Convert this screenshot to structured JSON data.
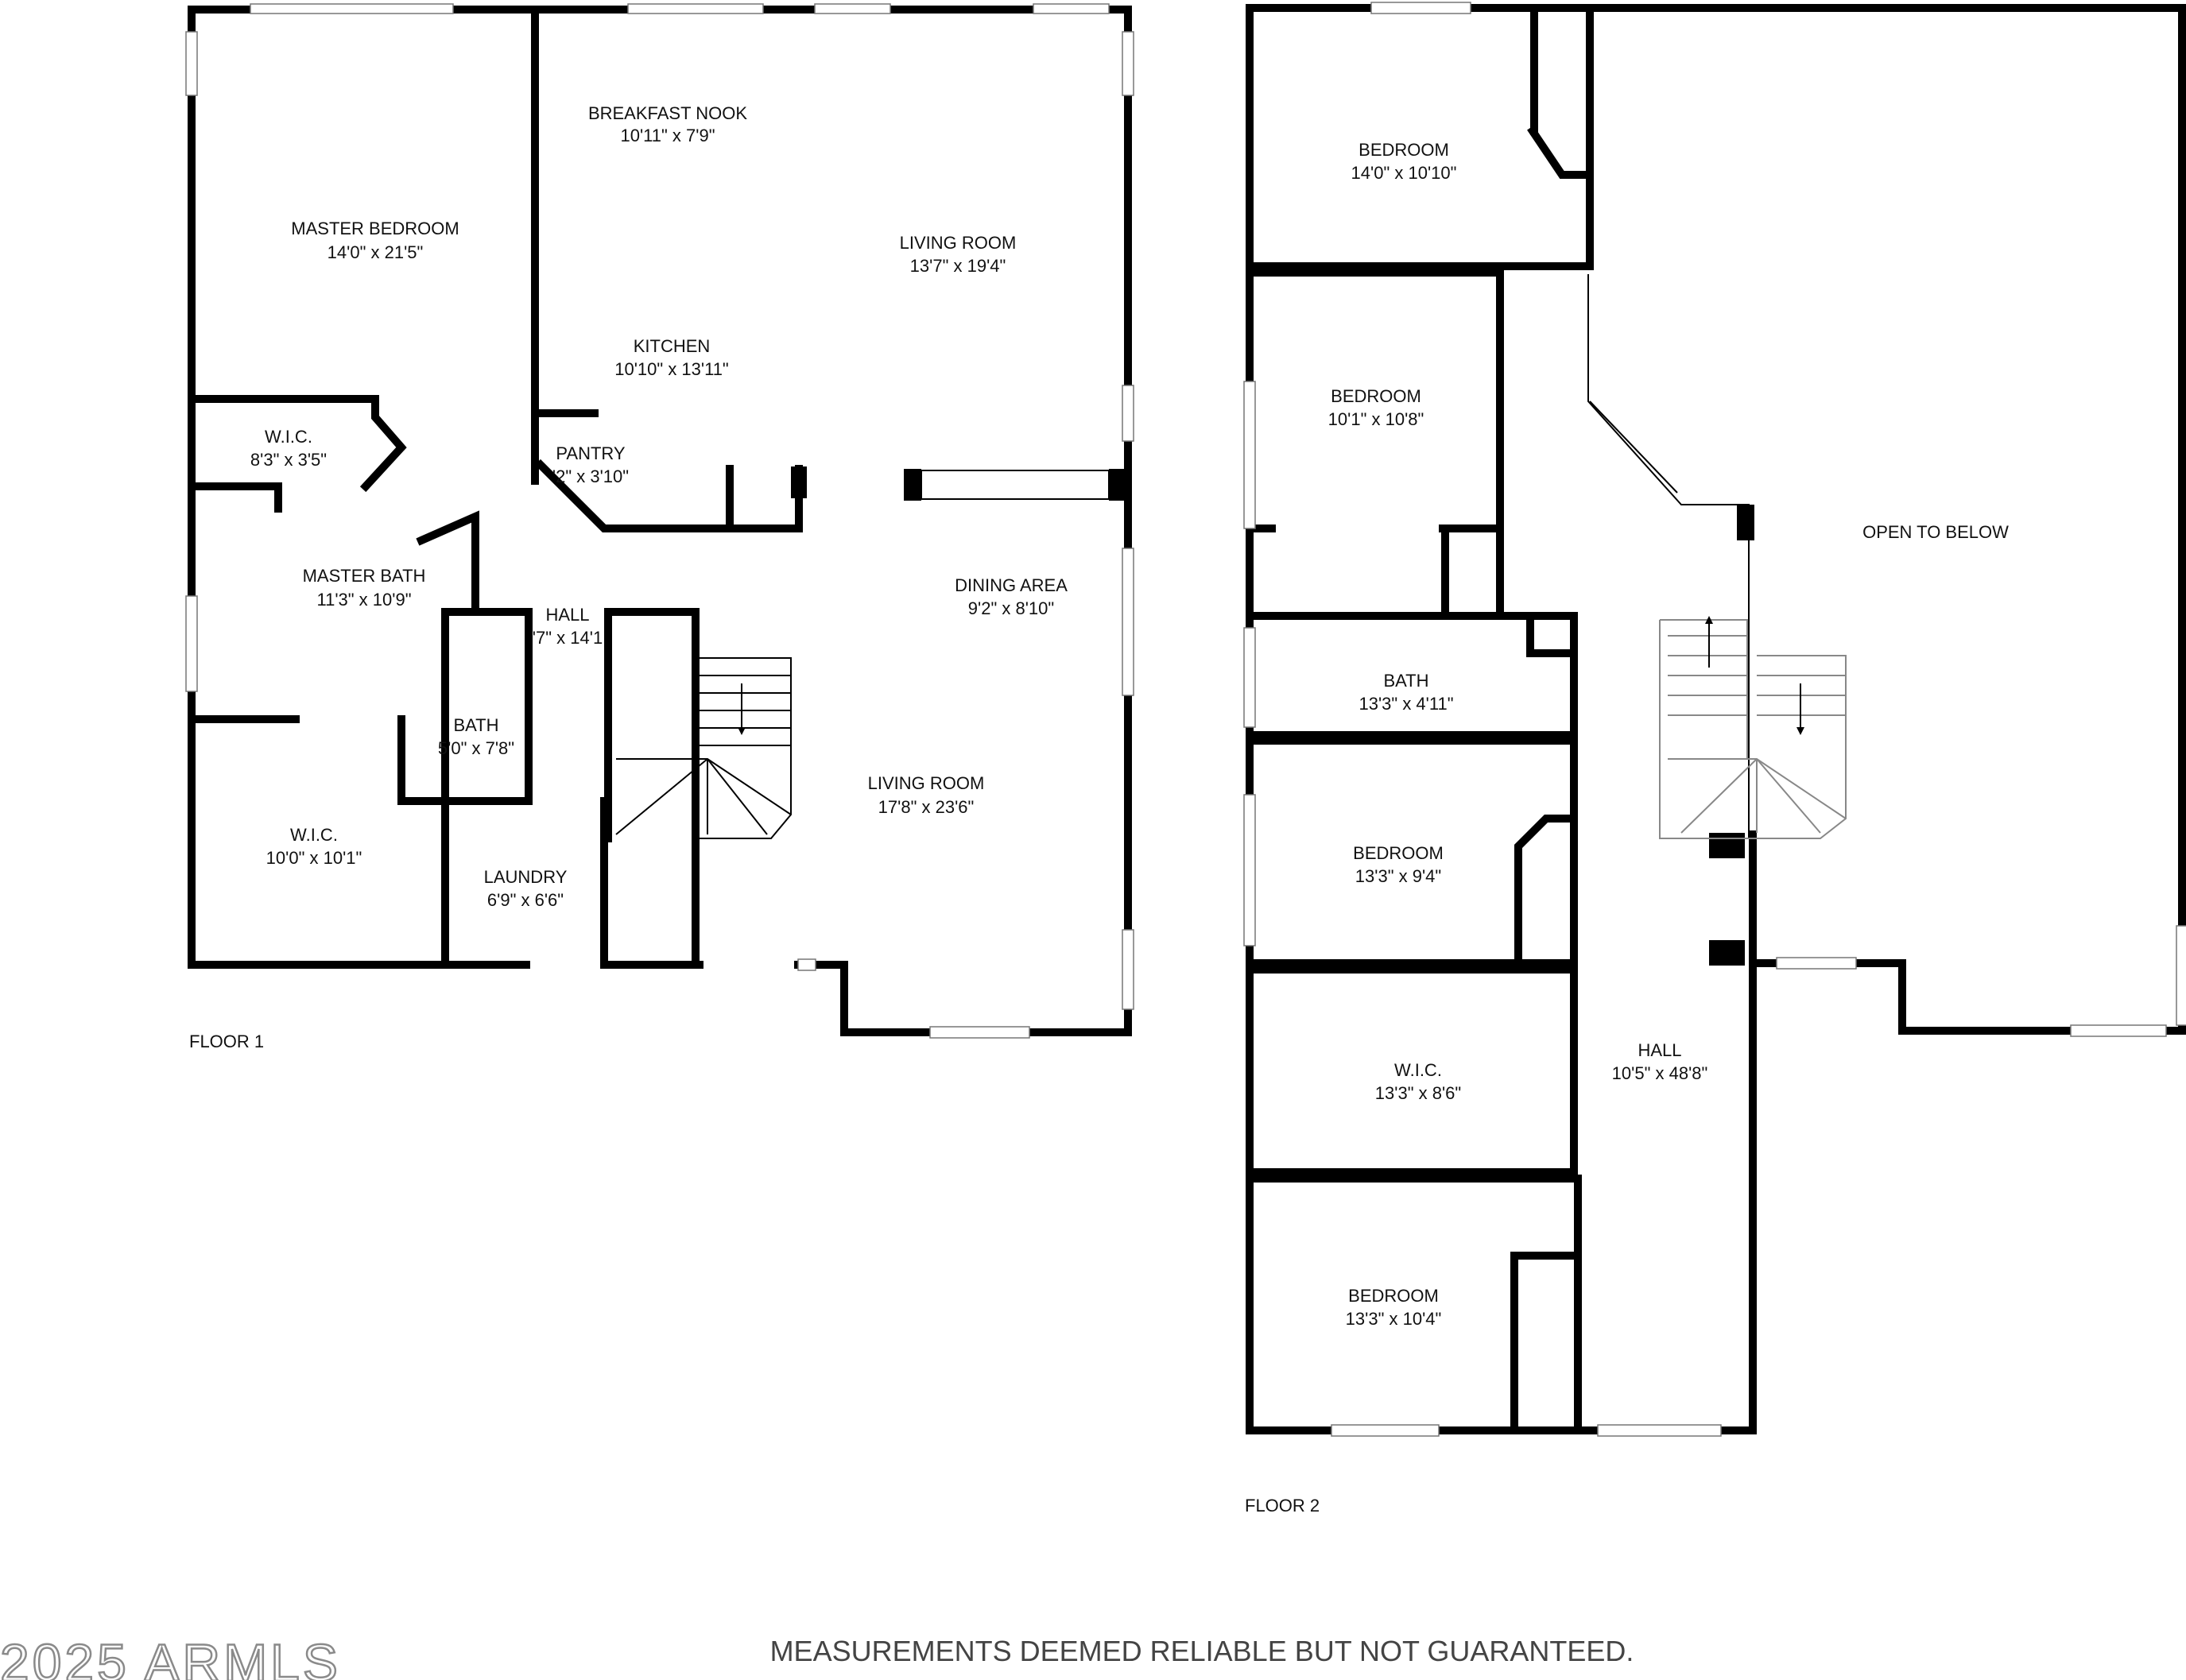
{
  "floor1": {
    "label": "FLOOR 1",
    "rooms": [
      {
        "id": "master-bedroom",
        "name": "MASTER BEDROOM",
        "dims": "14'0\" x 21'5\""
      },
      {
        "id": "breakfast-nook",
        "name": "BREAKFAST NOOK",
        "dims": "10'11\" x 7'9\""
      },
      {
        "id": "living-room-upper",
        "name": "LIVING ROOM",
        "dims": "13'7\" x 19'4\""
      },
      {
        "id": "kitchen",
        "name": "KITCHEN",
        "dims": "10'10\" x 13'11\""
      },
      {
        "id": "wic-small",
        "name": "W.I.C.",
        "dims": "8'3\" x 3'5\""
      },
      {
        "id": "pantry",
        "name": "PANTRY",
        "dims": "'2\" x 3'10\""
      },
      {
        "id": "master-bath",
        "name": "MASTER BATH",
        "dims": "11'3\" x 10'9\""
      },
      {
        "id": "hall1",
        "name": "HALL",
        "dims": "'7\" x 14'1"
      },
      {
        "id": "dining-area",
        "name": "DINING AREA",
        "dims": "9'2\" x 8'10\""
      },
      {
        "id": "bath1",
        "name": "BATH",
        "dims": "5'0\" x 7'8\""
      },
      {
        "id": "living-room-lower",
        "name": "LIVING ROOM",
        "dims": "17'8\" x 23'6\""
      },
      {
        "id": "wic-large",
        "name": "W.I.C.",
        "dims": "10'0\" x 10'1\""
      },
      {
        "id": "laundry",
        "name": "LAUNDRY",
        "dims": "6'9\" x 6'6\""
      }
    ]
  },
  "floor2": {
    "label": "FLOOR 2",
    "rooms": [
      {
        "id": "bedroom-a",
        "name": "BEDROOM",
        "dims": "14'0\" x 10'10\""
      },
      {
        "id": "bedroom-b",
        "name": "BEDROOM",
        "dims": "10'1\" x 10'8\""
      },
      {
        "id": "open-to-below",
        "name": "OPEN TO BELOW",
        "dims": ""
      },
      {
        "id": "bath2",
        "name": "BATH",
        "dims": "13'3\" x 4'11\""
      },
      {
        "id": "bedroom-c",
        "name": "BEDROOM",
        "dims": "13'3\" x 9'4\""
      },
      {
        "id": "hall2",
        "name": "HALL",
        "dims": "10'5\" x 48'8\""
      },
      {
        "id": "wic2",
        "name": "W.I.C.",
        "dims": "13'3\" x 8'6\""
      },
      {
        "id": "bedroom-d",
        "name": "BEDROOM",
        "dims": "13'3\" x 10'4\""
      }
    ]
  },
  "disclaimer": "MEASUREMENTS DEEMED RELIABLE BUT NOT GUARANTEED.",
  "watermark": "2025 ARMLS"
}
